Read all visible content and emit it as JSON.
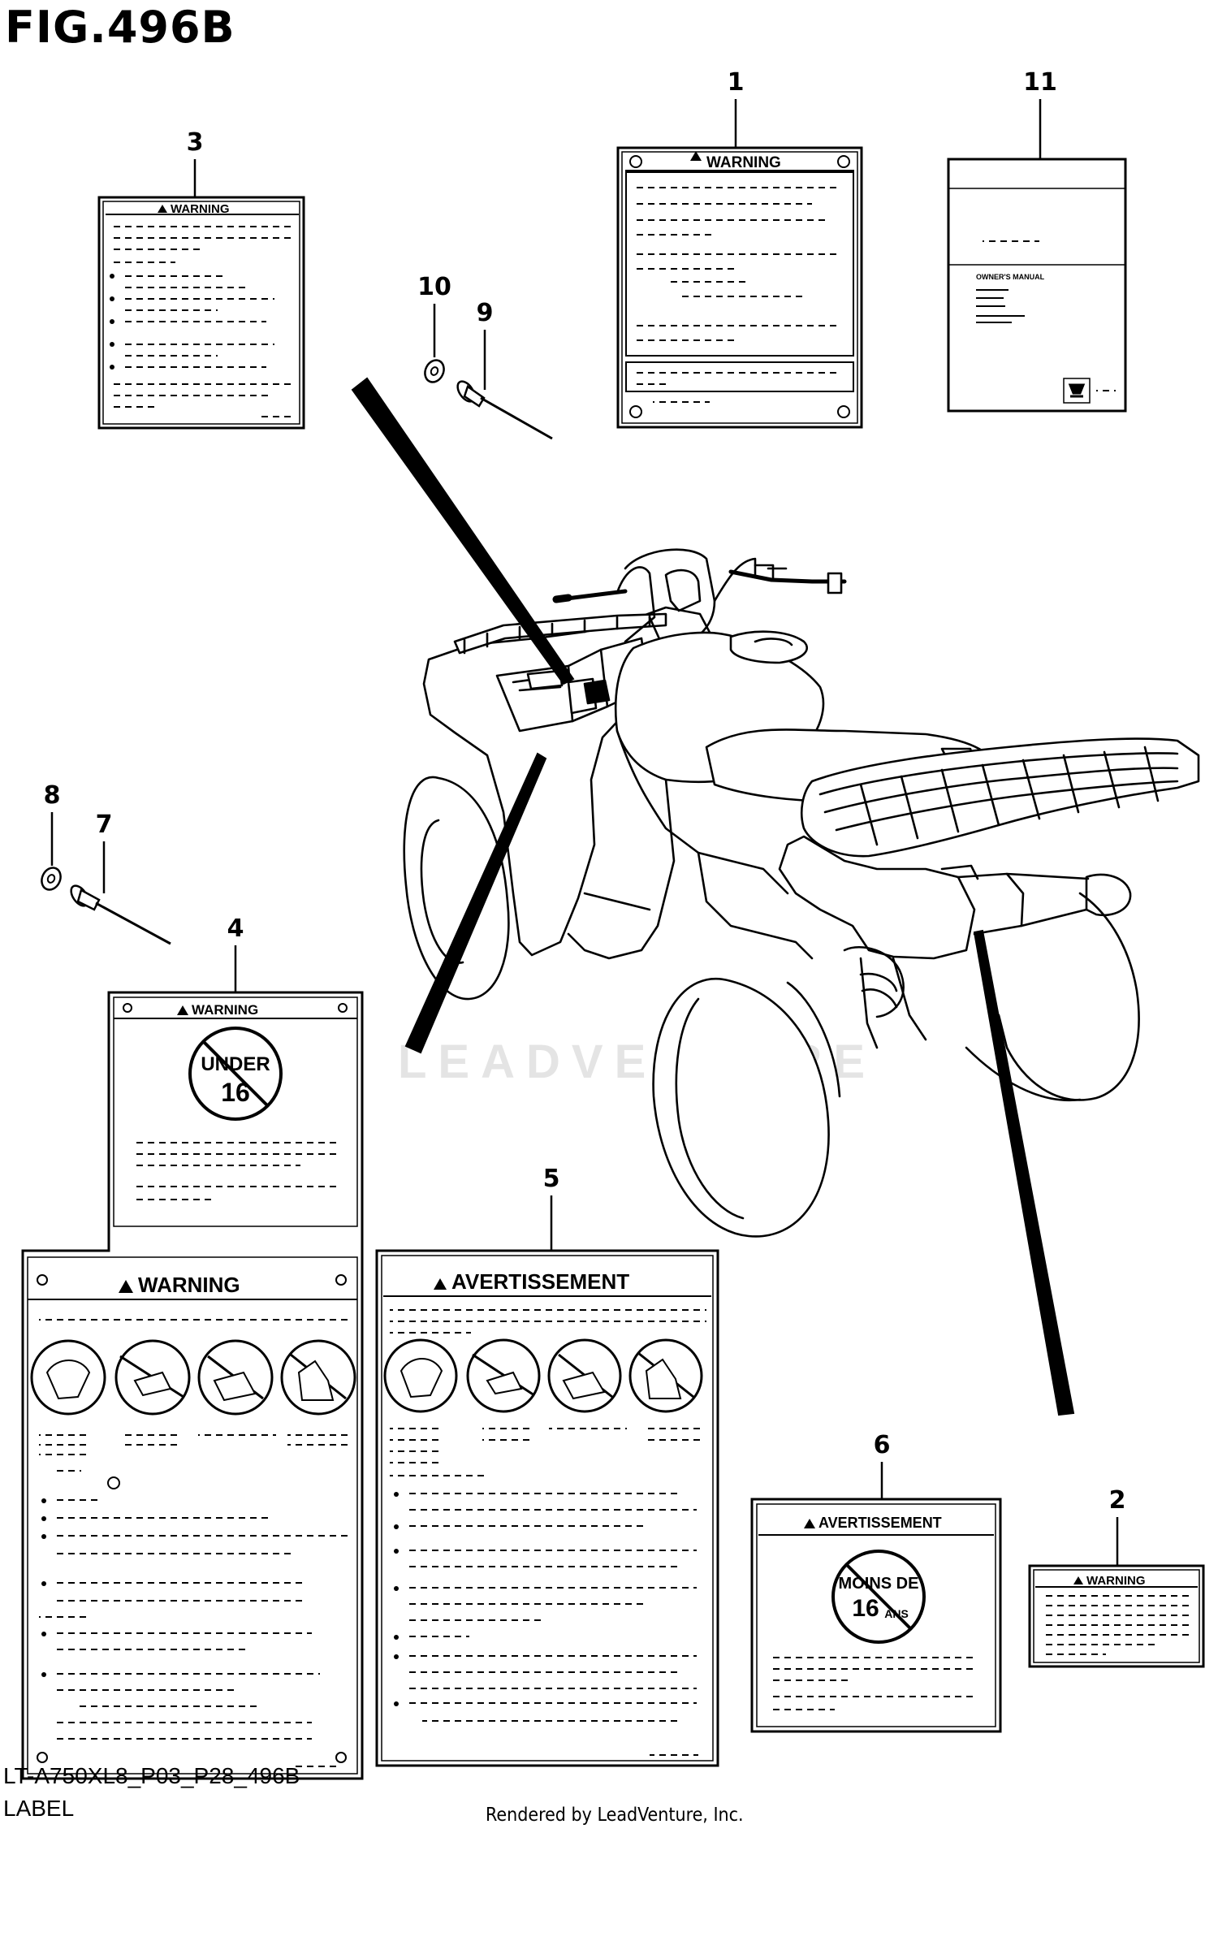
{
  "figure": {
    "title": "FIG.496B",
    "model_code": "LT-A750XL8_P03_P28_496B",
    "group_label": "LABEL",
    "rendered_by": "Rendered by LeadVenture, Inc.",
    "watermark": "LEADVENTURE"
  },
  "callouts": [
    "1",
    "2",
    "3",
    "4",
    "5",
    "6",
    "7",
    "8",
    "9",
    "10",
    "11"
  ],
  "labels": {
    "warning": "WARNING",
    "avertissement": "AVERTISSEMENT",
    "under": "UNDER",
    "age16": "16",
    "moins_de": "MOINS DE",
    "ans": "ANS",
    "owners_manual": "OWNER'S MANUAL"
  },
  "parts": [
    {
      "ref": "1",
      "kind": "warning label",
      "icon": "warning-triangle-icon"
    },
    {
      "ref": "2",
      "kind": "warning label",
      "icon": "warning-triangle-icon"
    },
    {
      "ref": "3",
      "kind": "warning label",
      "icon": "warning-triangle-icon"
    },
    {
      "ref": "4",
      "kind": "age warning label",
      "icon": "no-under-16-icon"
    },
    {
      "ref": "5",
      "kind": "avertissement label",
      "icon": "pictogram-icons"
    },
    {
      "ref": "6",
      "kind": "avertissement age label",
      "icon": "no-under-16-icon"
    },
    {
      "ref": "7",
      "kind": "rivet",
      "icon": "rivet-icon"
    },
    {
      "ref": "8",
      "kind": "washer",
      "icon": "washer-icon"
    },
    {
      "ref": "9",
      "kind": "rivet",
      "icon": "rivet-icon"
    },
    {
      "ref": "10",
      "kind": "washer",
      "icon": "washer-icon"
    },
    {
      "ref": "11",
      "kind": "owner's manual",
      "icon": "manual-icon"
    }
  ]
}
